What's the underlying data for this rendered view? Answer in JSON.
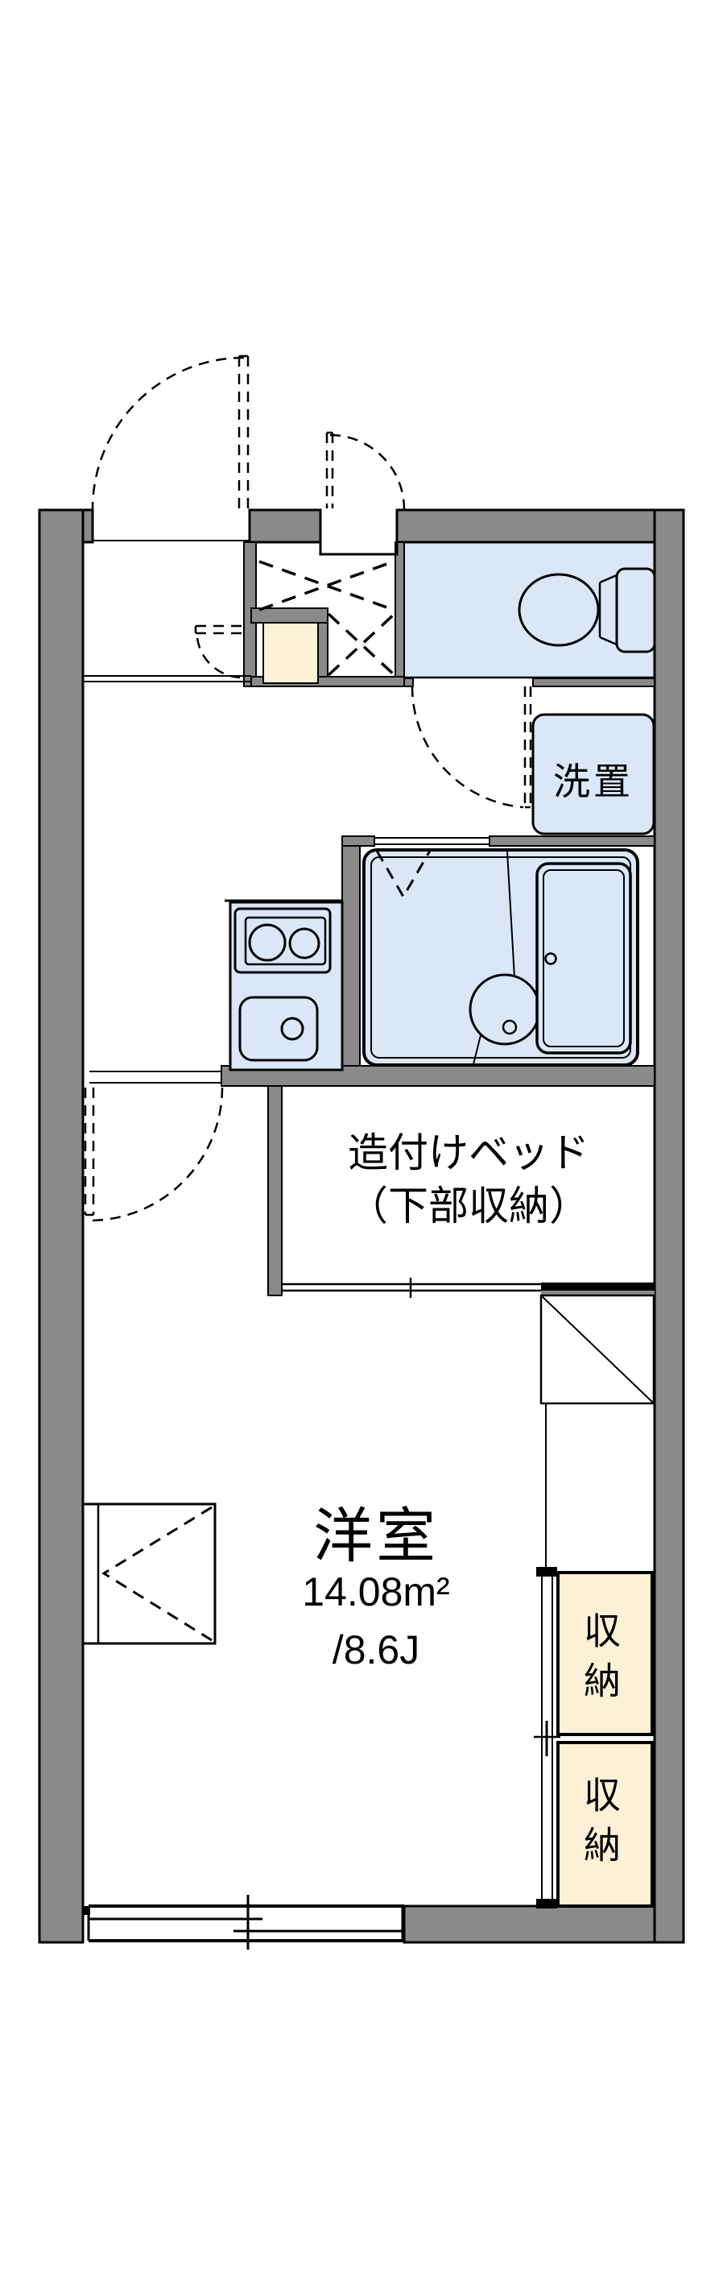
{
  "floor_plan": {
    "rooms": {
      "main": {
        "name": "洋室",
        "area_m2": "14.08m²",
        "area_tatami": "/8.6J"
      },
      "bed": {
        "name_line1": "造付けベッド",
        "name_line2": "（下部収納）"
      },
      "washer": {
        "label": "洗置"
      },
      "closet_upper": {
        "label": "収納"
      },
      "closet_lower": {
        "label": "収納"
      }
    },
    "fixtures": [
      "toilet",
      "washing-machine-space",
      "bathtub",
      "wash-basin",
      "stove-two-burners",
      "kitchen-sink",
      "built-in-bed",
      "refrigerator-space",
      "sliding-window",
      "hinged-door-swings",
      "genkan-cross-marks",
      "step-board",
      "counter-box"
    ],
    "colors": {
      "wall_gray": "#8a8a8a",
      "water_blue": "#dbe7f7",
      "storage_cream": "#fcf0d6",
      "line_black": "#000000",
      "background": "#ffffff"
    }
  }
}
